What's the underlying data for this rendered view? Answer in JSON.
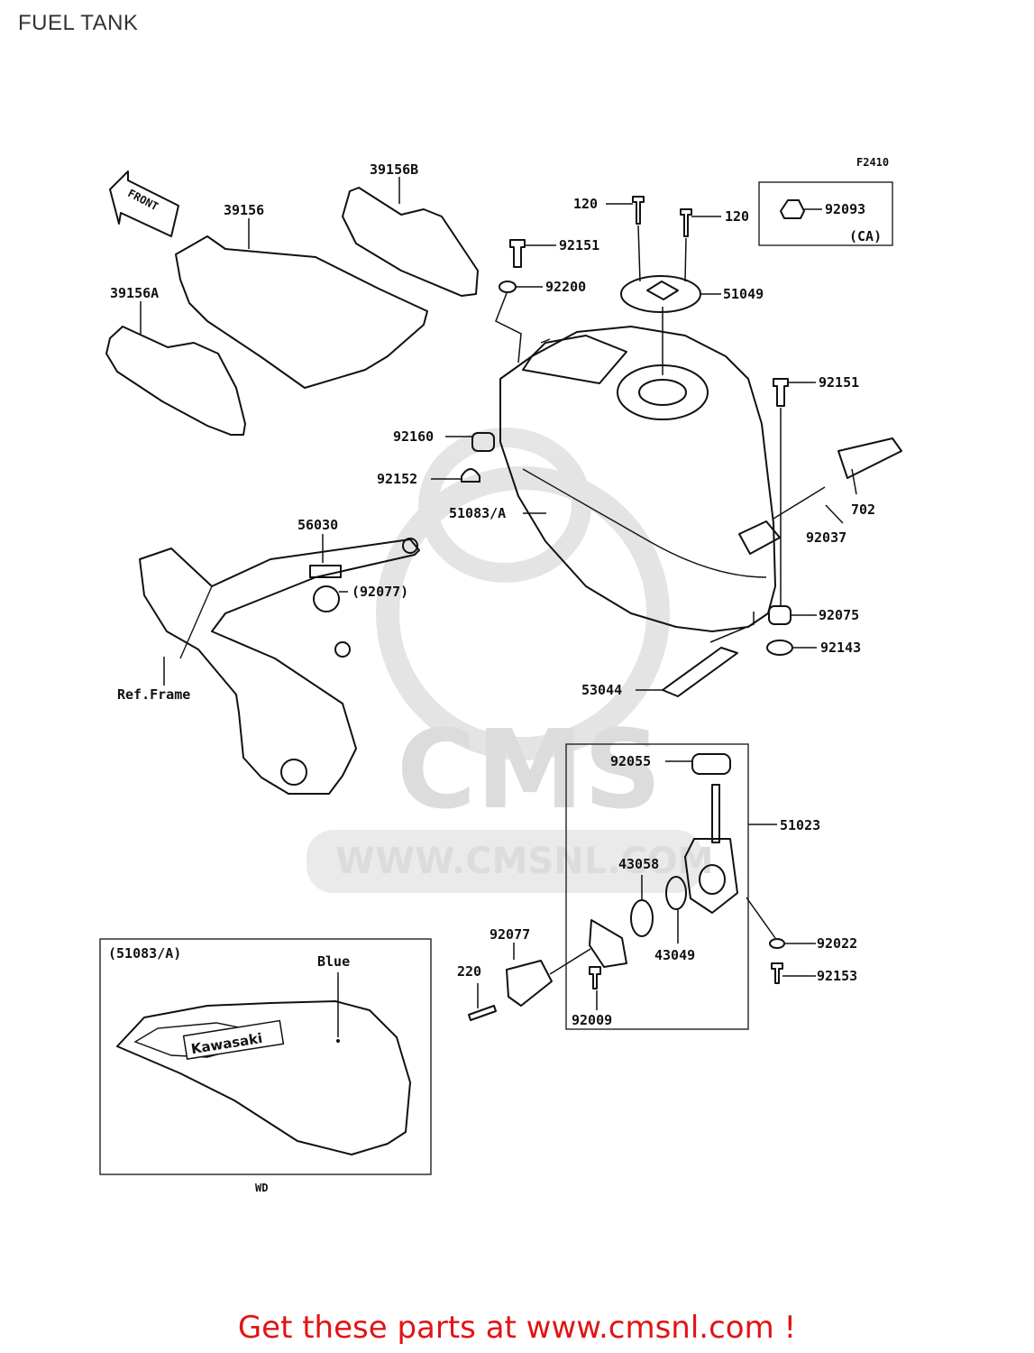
{
  "page": {
    "title": "FUEL TANK"
  },
  "diagram": {
    "figure_code": "F2410",
    "front_label": "FRONT",
    "watermark": {
      "text": "CMS",
      "url": "WWW.CMSNL.COM"
    },
    "callouts": [
      {
        "id": "39156B",
        "text": "39156B"
      },
      {
        "id": "39156",
        "text": "39156"
      },
      {
        "id": "39156A",
        "text": "39156A"
      },
      {
        "id": "120a",
        "text": "120"
      },
      {
        "id": "120b",
        "text": "120"
      },
      {
        "id": "92093",
        "text": "92093"
      },
      {
        "id": "CA",
        "text": "(CA)"
      },
      {
        "id": "92151a",
        "text": "92151"
      },
      {
        "id": "92200",
        "text": "92200"
      },
      {
        "id": "51049",
        "text": "51049"
      },
      {
        "id": "92151b",
        "text": "92151"
      },
      {
        "id": "92160",
        "text": "92160"
      },
      {
        "id": "92152",
        "text": "92152"
      },
      {
        "id": "51083A",
        "text": "51083/A"
      },
      {
        "id": "702",
        "text": "702"
      },
      {
        "id": "92037",
        "text": "92037"
      },
      {
        "id": "56030",
        "text": "56030"
      },
      {
        "id": "92077a",
        "text": "(92077)"
      },
      {
        "id": "92075",
        "text": "92075"
      },
      {
        "id": "92143",
        "text": "92143"
      },
      {
        "id": "ref_frame",
        "text": "Ref.Frame"
      },
      {
        "id": "53044",
        "text": "53044"
      },
      {
        "id": "92055",
        "text": "92055"
      },
      {
        "id": "51023",
        "text": "51023"
      },
      {
        "id": "43058",
        "text": "43058"
      },
      {
        "id": "92077b",
        "text": "92077"
      },
      {
        "id": "43049",
        "text": "43049"
      },
      {
        "id": "220",
        "text": "220"
      },
      {
        "id": "92022",
        "text": "92022"
      },
      {
        "id": "92153",
        "text": "92153"
      },
      {
        "id": "92009",
        "text": "92009"
      }
    ],
    "inset": {
      "title": "(51083/A)",
      "color_label": "Blue",
      "logo_text": "Kawasaki",
      "footer": "WD"
    }
  },
  "footer": {
    "cta": "Get these parts at www.cmsnl.com !"
  }
}
